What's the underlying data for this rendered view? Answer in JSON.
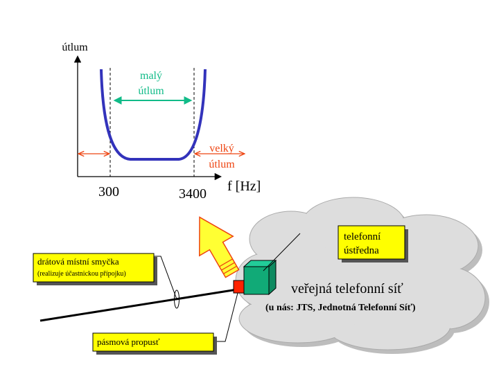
{
  "graph": {
    "y_axis_label": "útlum",
    "x_axis_label": "f [Hz]",
    "tick_low": "300",
    "tick_high": "3400",
    "passband_label_line1": "malý",
    "passband_label_line2": "útlum",
    "stopband_label_line1": "velký",
    "stopband_label_line2": "útlum"
  },
  "labels": {
    "exchange_line1": "telefonní",
    "exchange_line2": "ústředna",
    "loop_line1": "drátová místní smyčka",
    "loop_line2": "(realizuje účastnickou přípojku)",
    "filter": "pásmová propusť"
  },
  "network": {
    "title": "veřejná telefonní síť",
    "subtitle": "(u nás: JTS, Jednotná Telefonní Síť)"
  },
  "colors": {
    "curve": "#3333bb",
    "passband_arrow": "#11bb88",
    "stopband": "#ee4411",
    "label_box": "#ffff00",
    "cloud": "#dddddd",
    "exchange_box": "#11aa77",
    "filter_box": "#ff2200",
    "big_arrow": "#ffff33"
  }
}
